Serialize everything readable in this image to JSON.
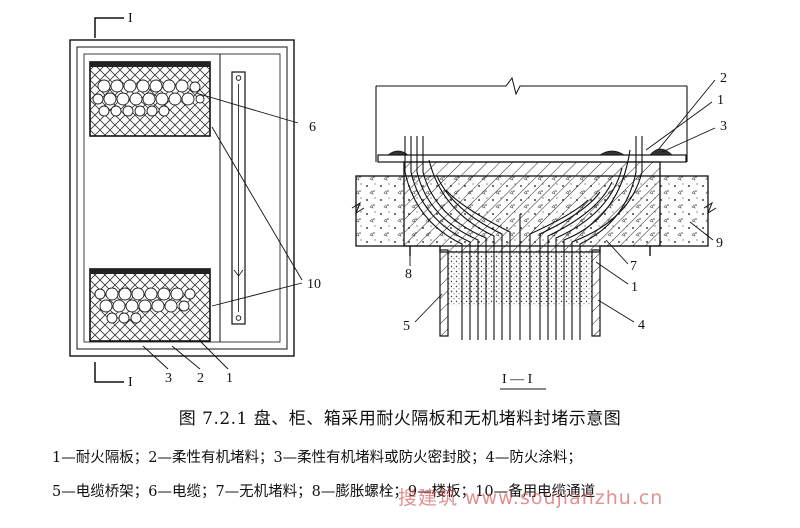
{
  "figure": {
    "caption": "图 7.2.1   盘、柜、箱采用耐火隔板和无机堵料封堵示意图",
    "section_marker": "I",
    "section_label": "I — I",
    "callouts": {
      "front": [
        "6",
        "10",
        "3",
        "2",
        "1"
      ],
      "section": [
        "2",
        "1",
        "3",
        "9",
        "8",
        "7",
        "1",
        "5",
        "4"
      ]
    }
  },
  "legend": {
    "line1": "1—耐火隔板；2—柔性有机堵料；3—柔性有机堵料或防火密封胶；4—防火涂料；",
    "line2": "5—电缆桥架；6—电缆；7—无机堵料；8—膨胀螺栓；9—楼板；10—备用电缆通道"
  },
  "watermark": "搜建筑  www.soujianzhu.cn",
  "colors": {
    "line": "#111111",
    "watermark": "#c83737"
  }
}
